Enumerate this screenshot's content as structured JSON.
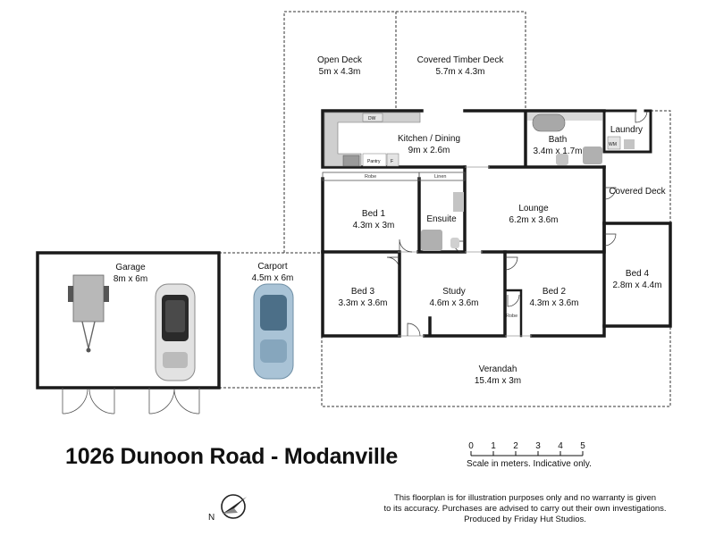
{
  "rooms": {
    "open_deck": {
      "name": "Open Deck",
      "size": "5m x 4.3m"
    },
    "covered_timber_deck": {
      "name": "Covered Timber Deck",
      "size": "5.7m x 4.3m"
    },
    "kitchen_dining": {
      "name": "Kitchen / Dining",
      "size": "9m x 2.6m"
    },
    "bath": {
      "name": "Bath",
      "size": "3.4m x 1.7m"
    },
    "laundry": {
      "name": "Laundry"
    },
    "covered_deck": {
      "name": "Covered Deck"
    },
    "bed1": {
      "name": "Bed 1",
      "size": "4.3m x 3m"
    },
    "ensuite": {
      "name": "Ensuite"
    },
    "lounge": {
      "name": "Lounge",
      "size": "6.2m x 3.6m"
    },
    "bed4": {
      "name": "Bed 4",
      "size": "2.8m x 4.4m"
    },
    "garage": {
      "name": "Garage",
      "size": "8m x 6m"
    },
    "carport": {
      "name": "Carport",
      "size": "4.5m x 6m"
    },
    "bed3": {
      "name": "Bed 3",
      "size": "3.3m x 3.6m"
    },
    "study": {
      "name": "Study",
      "size": "4.6m x 3.6m"
    },
    "bed2": {
      "name": "Bed 2",
      "size": "4.3m x 3.6m"
    },
    "verandah": {
      "name": "Verandah",
      "size": "15.4m x 3m"
    }
  },
  "fixtures": {
    "dw": "DW",
    "pantry": "Pantry",
    "fridge": "F",
    "wm": "WM",
    "robe": "Robe",
    "linen": "Linen"
  },
  "address": "1026 Dunoon Road - Modanville",
  "scale": {
    "ticks": [
      "0",
      "1",
      "2",
      "3",
      "4",
      "5"
    ],
    "note": "Scale in meters. Indicative only."
  },
  "compass": {
    "label": "N"
  },
  "disclaimer": [
    "This floorplan is for illustration purposes only and no warranty is given",
    "to its accuracy. Purchases are advised to carry out their own investigations.",
    "Produced by Friday Hut Studios."
  ],
  "colors": {
    "wall": "#1a1a1a",
    "outline": "#333333",
    "fixture": "#bdbdbd",
    "car_blue": "#a9c3d6",
    "car_silver": "#d9d9d9"
  }
}
